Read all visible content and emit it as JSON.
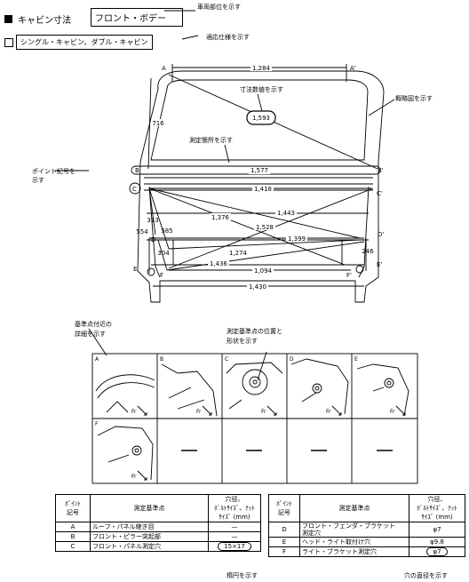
{
  "header": {
    "title": "キャビン寸法",
    "part": "フロント・ボデー",
    "spec": "シングル・キャビン、ダブル・キャビン"
  },
  "callouts": {
    "vehicle_part": "車両部位を示す",
    "spec": "適応仕様を示す",
    "dimension_value": "寸法数値を示す",
    "outline": "概略図を示す",
    "measurement_location": "測定箇所を示す",
    "point_symbol": "ポイント記号を\n示す",
    "detail_near_reference": "基準点付近の\n詳細を示す",
    "reference_position_shape": "測定基準点の位置と\n形状を示す",
    "ellipse": "楕円を示す",
    "hole_diameter": "穴の直径を示す"
  },
  "points": [
    "A",
    "A'",
    "B",
    "B'",
    "C",
    "C'",
    "D",
    "D'",
    "E",
    "E'",
    "F",
    "F'"
  ],
  "dimensions": [
    "1,284",
    "1,593",
    "716",
    "1,577",
    "1,418",
    "1,443",
    "1,376",
    "1,528",
    "313",
    "585",
    "554",
    "1,399",
    "304",
    "1,274",
    "1,436",
    "1,094",
    "246",
    "1,430"
  ],
  "detail_panels": [
    "A",
    "B",
    "C",
    "D",
    "E",
    "F"
  ],
  "detail_arrow_label": "Fr",
  "table": {
    "headers": [
      "ﾎﾟｲﾝﾄ\n記号",
      "測定基準点",
      "穴径、\nﾎﾞﾙﾄｻｲｽﾞ、ﾅｯﾄ\nｻｲｽﾞ (mm)"
    ],
    "left_rows": [
      {
        "point": "A",
        "name": "ルーフ・パネル継ぎ目",
        "size": "—"
      },
      {
        "point": "B",
        "name": "フロント・ピラー突起部",
        "size": "—"
      },
      {
        "point": "C",
        "name": "フロント・パネル測定穴",
        "size": "15×17"
      }
    ],
    "right_rows": [
      {
        "point": "D",
        "name": "フロント・フェンダ・ブラケット\n測定穴",
        "size": "φ7"
      },
      {
        "point": "E",
        "name": "ヘッド・ライト取付け穴",
        "size": "φ9.8"
      },
      {
        "point": "F",
        "name": "ライト・ブラケット測定穴",
        "size": "φ7"
      }
    ]
  }
}
